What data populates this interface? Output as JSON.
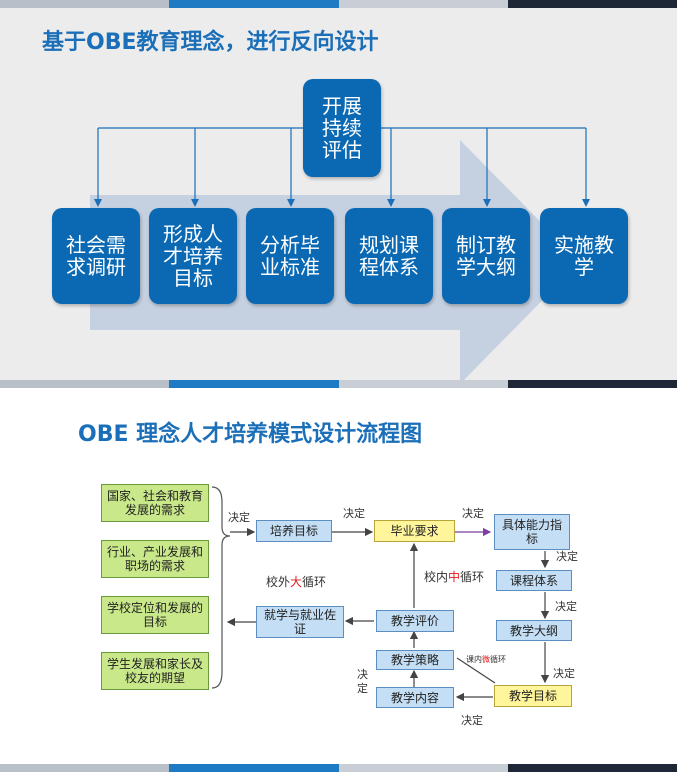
{
  "slide1": {
    "title": "基于OBE教育理念，进行反向设计",
    "top_box": "开展持续评估",
    "steps": [
      "社会需求调研",
      "形成人才培养目标",
      "分析毕业标准",
      "规划课程体系",
      "制订教学大纲",
      "实施教学"
    ]
  },
  "slide2": {
    "title": "OBE 理念人才培养模式设计流程图",
    "inputs": [
      "国家、社会和教育发展的需求",
      "行业、产业发展和职场的需求",
      "学校定位和发展的目标",
      "学生发展和家长及校友的期望"
    ],
    "peiyang_mubiao": "培养目标",
    "biye_yaoqiu": "毕业要求",
    "juti_nengli": "具体能力指标",
    "kecheng_tixi": "课程体系",
    "jiaoxue_dagang": "教学大纲",
    "jiaoxue_mubiao": "教学目标",
    "jiaoxue_neirong": "教学内容",
    "jiaoxue_celue": "教学策略",
    "jiaoxue_pingjia": "教学评价",
    "jiuxue": "就学与就业佐证",
    "jueding": "决定",
    "jueding_v1": "决",
    "jueding_v2": "定",
    "xiaowai_pre": "校外",
    "xiaowai_red": "大",
    "xiaowai_post": "循环",
    "xiaonei_pre": "校内",
    "xiaonei_red": "中",
    "xiaonei_post": "循环",
    "kenei_pre": "课内",
    "kenei_red": "微",
    "kenei_post": "循环"
  },
  "colors": {
    "accent": "#1b6fb8",
    "box": "#0b69b4",
    "big_arrow": "#c5d0e0",
    "red": "#e31b1b"
  }
}
